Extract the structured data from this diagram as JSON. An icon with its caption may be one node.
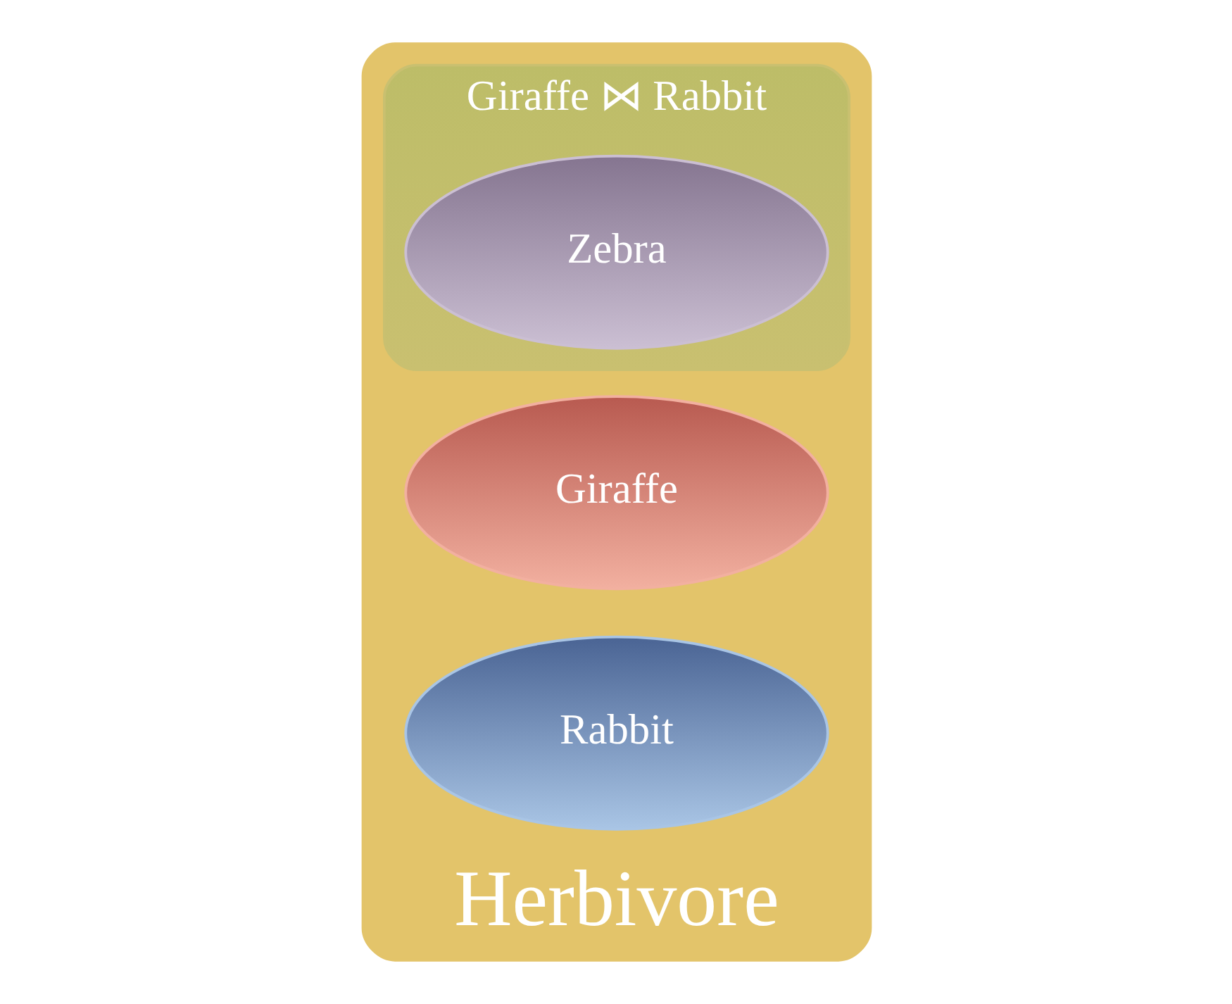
{
  "diagram": {
    "nodes": [
      {
        "text": [
          "Herbivore"
        ]
      },
      {
        "text": [
          "Giraffe ⋈ Rabbit"
        ],
        "in": 0
      },
      {
        "text": [
          "Giraffe"
        ],
        "in": 0
      },
      {
        "text": [
          "Zebra"
        ],
        "in": 1
      },
      {
        "text": [
          "Rabbit"
        ],
        "in": 0
      }
    ],
    "edges": []
  }
}
